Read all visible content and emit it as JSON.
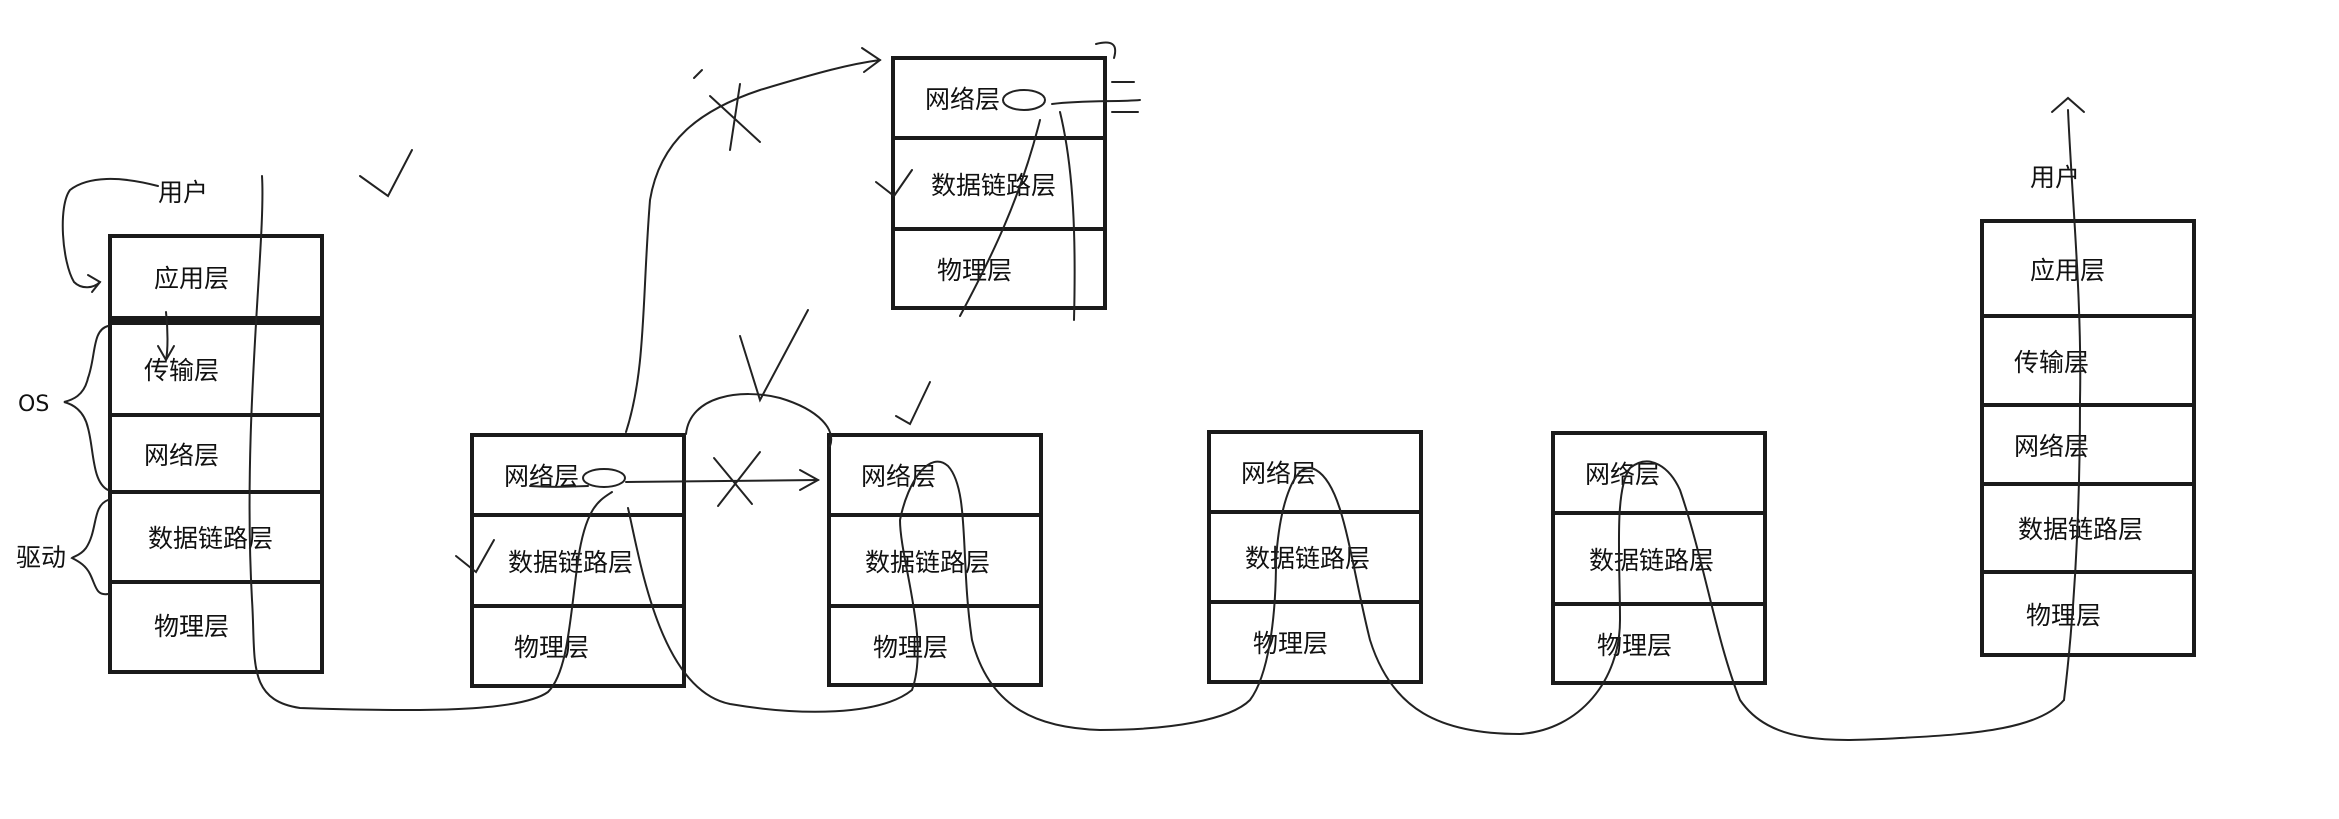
{
  "labels": {
    "user_left": "用户",
    "user_right": "用户",
    "os": "OS",
    "driver": "驱动"
  },
  "stacks": {
    "left_host": [
      "应用层",
      "传输层",
      "网络层",
      "数据链路层",
      "物理层"
    ],
    "router_1": [
      "网络层",
      "数据链路层",
      "物理层"
    ],
    "router_top": [
      "网络层",
      "数据链路层",
      "物理层"
    ],
    "router_2": [
      "网络层",
      "数据链路层",
      "物理层"
    ],
    "router_3": [
      "网络层",
      "数据链路层",
      "物理层"
    ],
    "router_4": [
      "网络层",
      "数据链路层",
      "物理层"
    ],
    "right_host": [
      "应用层",
      "传输层",
      "网络层",
      "数据链路层",
      "物理层"
    ]
  }
}
